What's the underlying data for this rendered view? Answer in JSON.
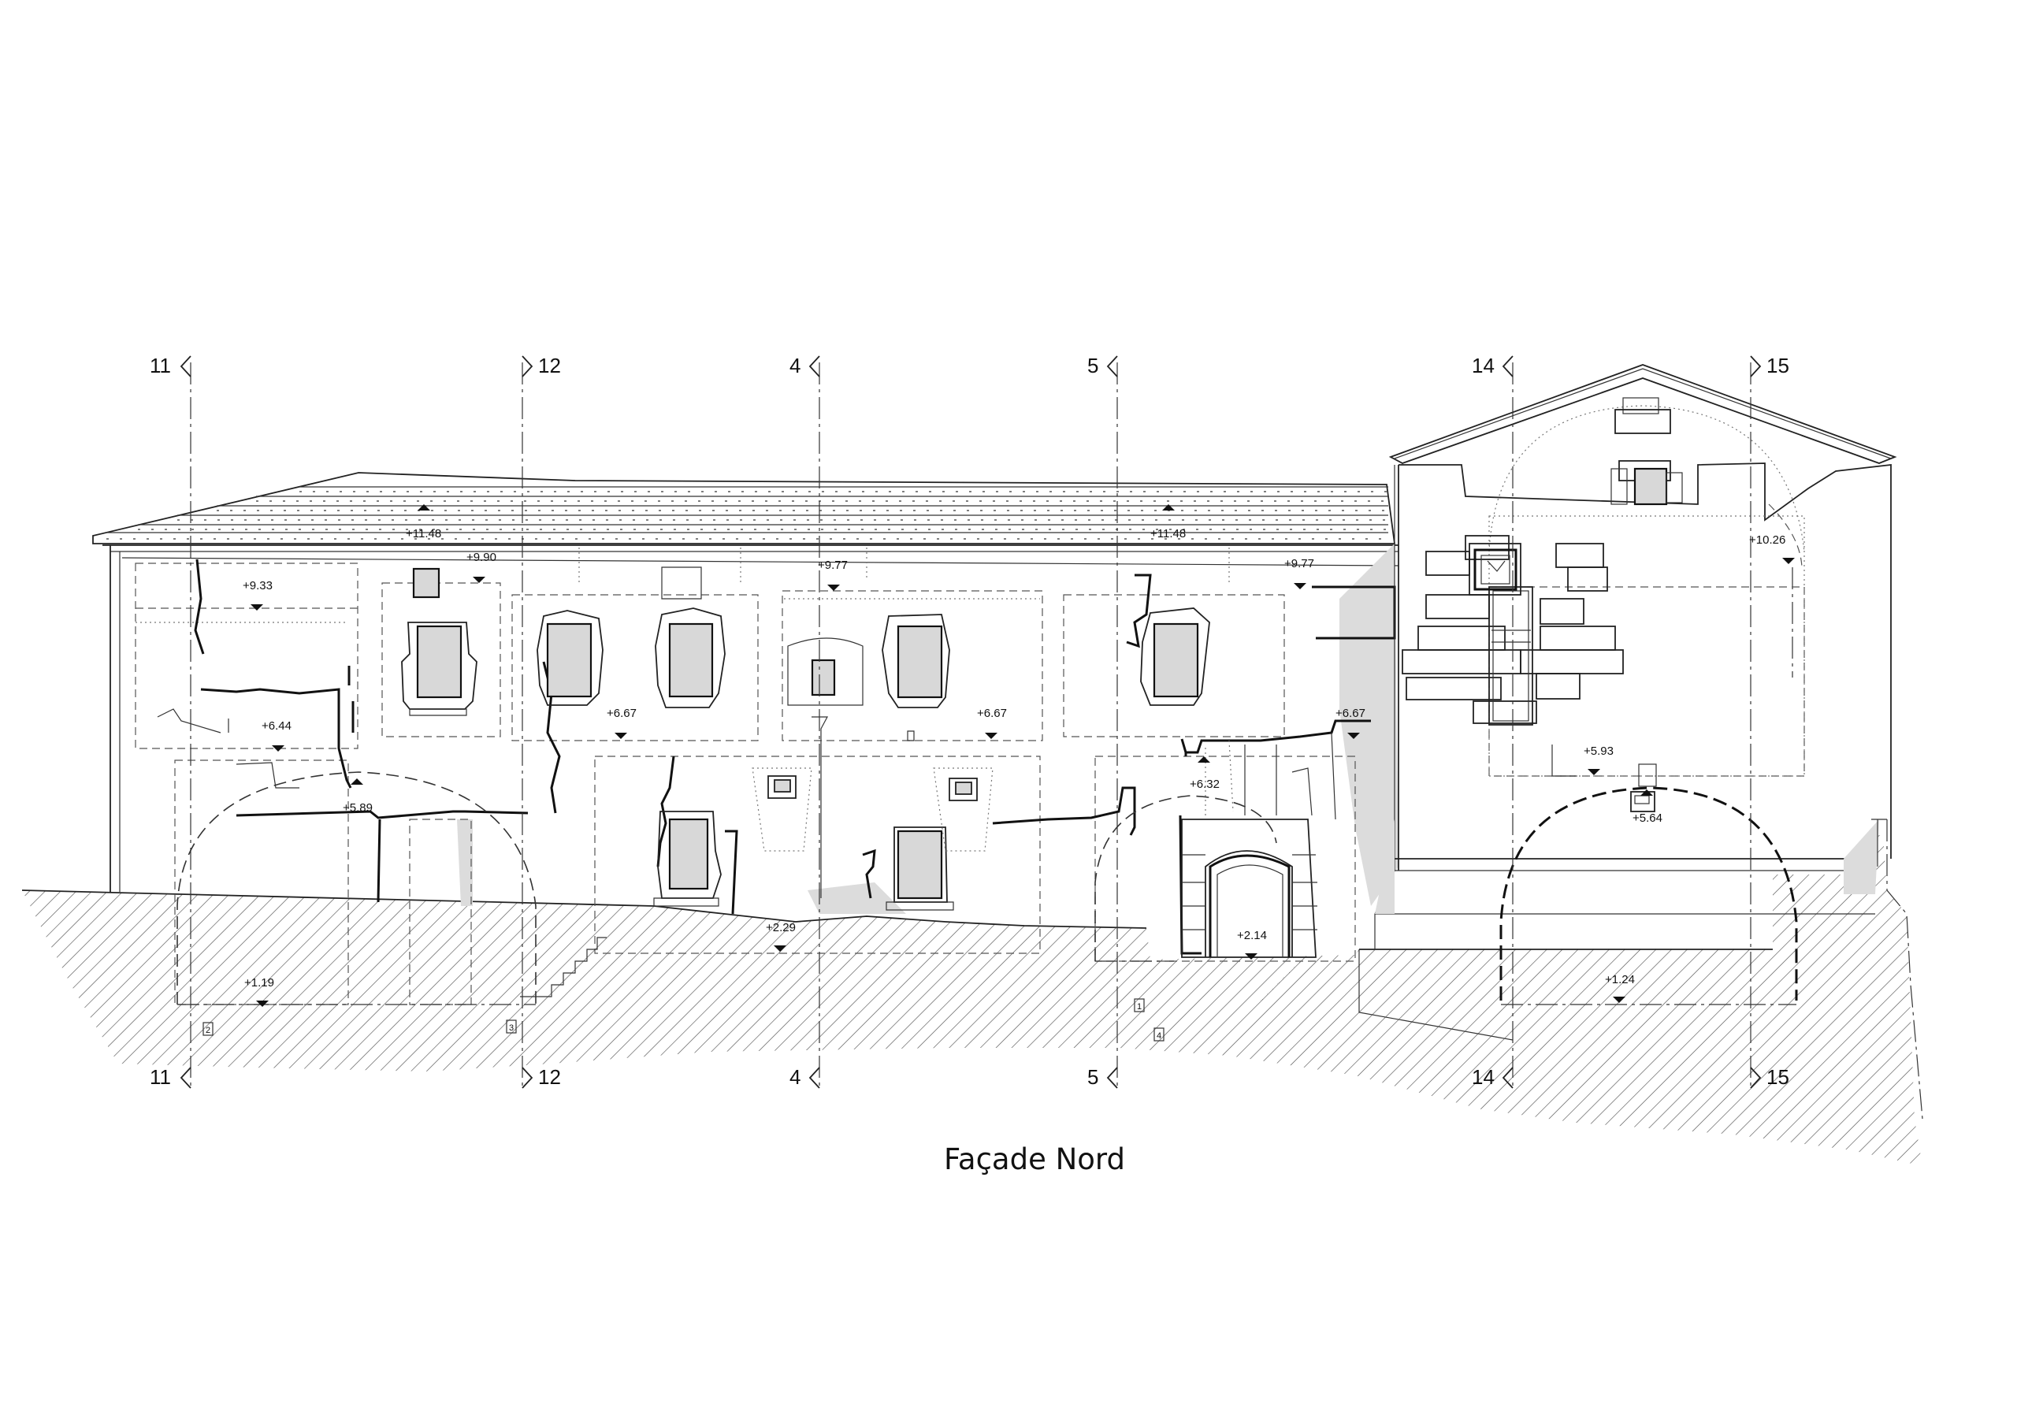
{
  "title": "Façade Nord",
  "axes": [
    "11",
    "12",
    "4",
    "5",
    "14",
    "15"
  ],
  "levels": {
    "roof_ridge_left": "+11.48",
    "roof_ridge_right": "+11.48",
    "cornice": "+9.90",
    "floor2_left": "+9.33",
    "floor2_center": "+9.77",
    "floor2_right": "+9.77",
    "tower_upper": "+10.26",
    "floor1_left": "+6.44",
    "floor1_center": "+6.67",
    "floor1_center2": "+6.67",
    "floor1_right": "+6.67",
    "vault_left": "+5.89",
    "arch_right": "+6.32",
    "tower_mid": "+5.93",
    "tower_arch": "+5.64",
    "ground_center": "+2.29",
    "ground_door": "+2.14",
    "cellar_left": "+1.19",
    "cellar_right": "+1.24"
  },
  "markers": [
    "1",
    "2",
    "3",
    "4"
  ],
  "colors": {
    "ink": "#111111",
    "shade": "#dcdcdc",
    "hatch": "#555555"
  }
}
